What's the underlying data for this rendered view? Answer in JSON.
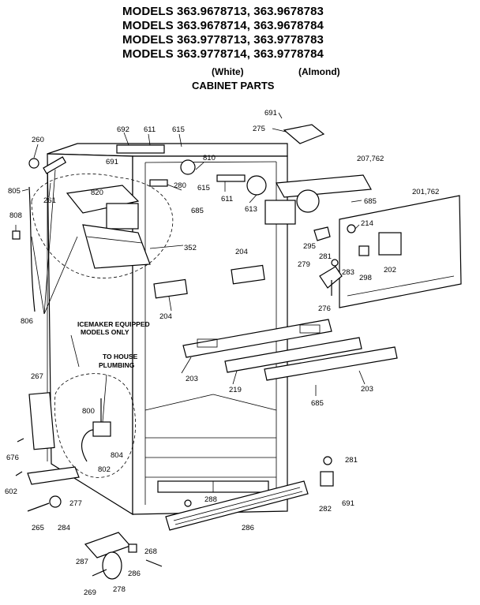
{
  "header": {
    "models": [
      "MODELS 363.9678713, 363.9678783",
      "MODELS 363.9678714, 363.9678784",
      "MODELS 363.9778713, 363.9778783",
      "MODELS 363.9778714, 363.9778784"
    ],
    "color_white": "(White)",
    "color_almond": "(Almond)",
    "section_title": "CABINET PARTS"
  },
  "notes": {
    "icemaker_line1": "ICEMAKER EQUIPPED",
    "icemaker_line2": "MODELS ONLY",
    "plumbing_line1": "TO HOUSE",
    "plumbing_line2": "PLUMBING"
  },
  "callouts": {
    "c691_top": "691",
    "c275": "275",
    "c692": "692",
    "c611_top": "611",
    "c615_top": "615",
    "c260": "260",
    "c691_mid": "691",
    "c810": "810",
    "c207": "207,762",
    "c805": "805",
    "c261": "261",
    "c820": "820",
    "c280": "280",
    "c615_mid": "615",
    "c611_mid": "611",
    "c613": "613",
    "c685_top": "685",
    "c201": "201,762",
    "c808": "808",
    "c685_mid": "685",
    "c214": "214",
    "c352": "352",
    "c295": "295",
    "c204_right": "204",
    "c281_mid": "281",
    "c279": "279",
    "c283": "283",
    "c298": "298",
    "c202": "202",
    "c276": "276",
    "c204_left": "204",
    "c806": "806",
    "c267": "267",
    "c203_left": "203",
    "c219": "219",
    "c203_right": "203",
    "c685_bottom": "685",
    "c800": "800",
    "c804": "804",
    "c802": "802",
    "c676": "676",
    "c281_bottom": "281",
    "c602": "602",
    "c277": "277",
    "c288": "288",
    "c282": "282",
    "c691_bottom": "691",
    "c265": "265",
    "c284": "284",
    "c286_grille": "286",
    "c287": "287",
    "c268": "268",
    "c286_small": "286",
    "c269": "269",
    "c278": "278"
  }
}
